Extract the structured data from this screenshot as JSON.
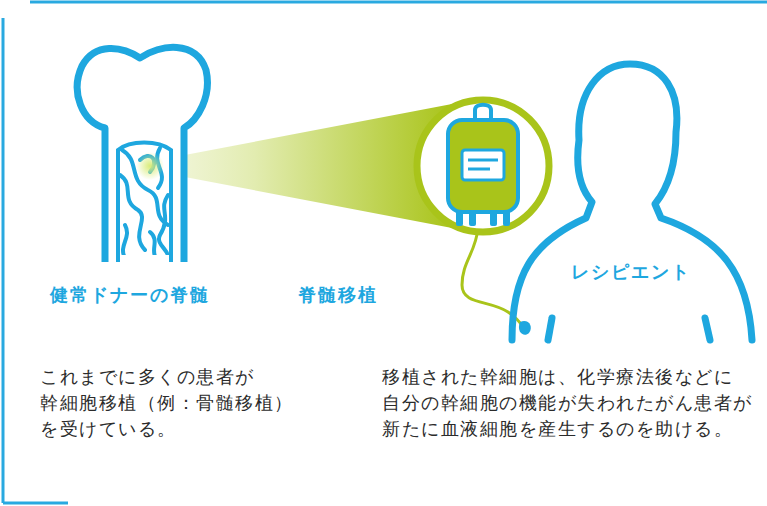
{
  "diagram": {
    "nodes": [
      {
        "text": [
          "健常ドナーの脊髄"
        ]
      },
      {
        "text": [
          "レシピエント"
        ]
      }
    ],
    "labels": [
      "脊髄移植",
      "これまでに多くの患者が 幹細胞移植（例：骨髄移植） を受けている。",
      "移植された幹細胞は、化学療法後などに 自分の幹細胞の機能が失われたがん患者が 新たに血液細胞を産生するのを助ける。"
    ]
  }
}
